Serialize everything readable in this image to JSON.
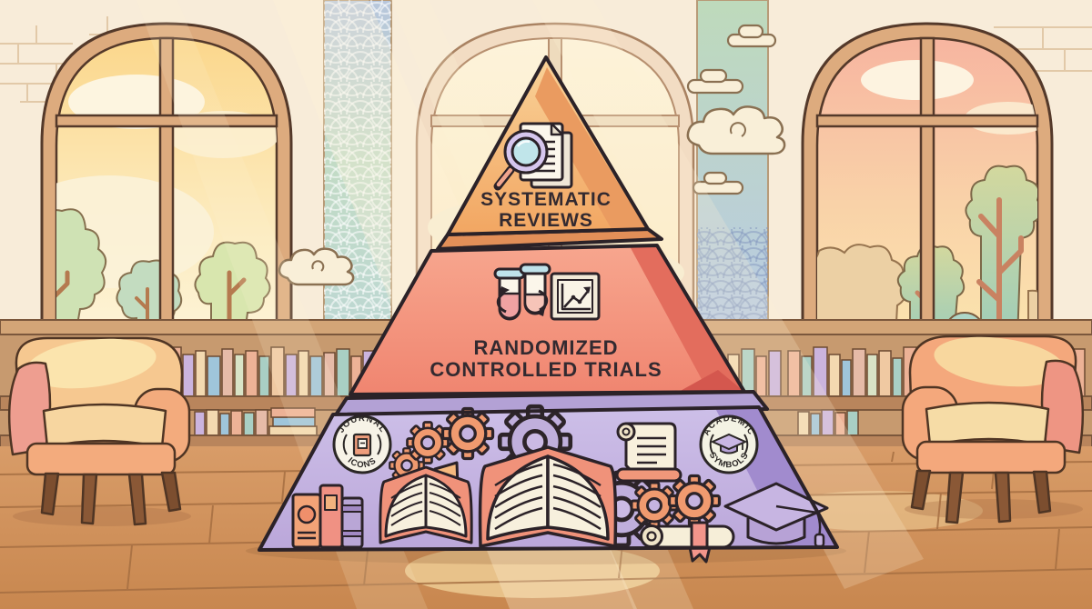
{
  "illustration": {
    "title": "evidence-pyramid-library-illustration"
  },
  "pyramid": {
    "tier1": {
      "line1": "SYSTEMATIC",
      "line2": "REVIEWS",
      "color": "#f5b274"
    },
    "tier2": {
      "line1": "RANDOMIZED",
      "line2": "CONTROLLED TRIALS",
      "color": "#f2907a"
    },
    "tier3": {
      "color": "#c4b2e0"
    },
    "badge_journal": {
      "top": "JOURNAL",
      "bottom": "ICONS"
    },
    "badge_academic": {
      "top": "ACADEMIC",
      "bottom": "SYMBOLS"
    }
  },
  "icons": {
    "tier1": [
      "magnifier-documents-icon"
    ],
    "tier2": [
      "test-tubes-crossover-icon",
      "growth-chart-icon"
    ],
    "tier3": [
      "standing-books-icon",
      "gear-icon",
      "open-book-bookmark-icon",
      "open-book-large-icon",
      "scroll-icon",
      "diploma-icon",
      "graduation-cap-icon"
    ]
  },
  "colors": {
    "wall": "#f8ecd9",
    "floor": "#cf9060",
    "window_frame": "#ddab7e",
    "tier1_edge": "#e28f58",
    "tier2_edge": "#e36d5d",
    "tier3_edge": "#a18bce",
    "outline": "#2b2228"
  }
}
